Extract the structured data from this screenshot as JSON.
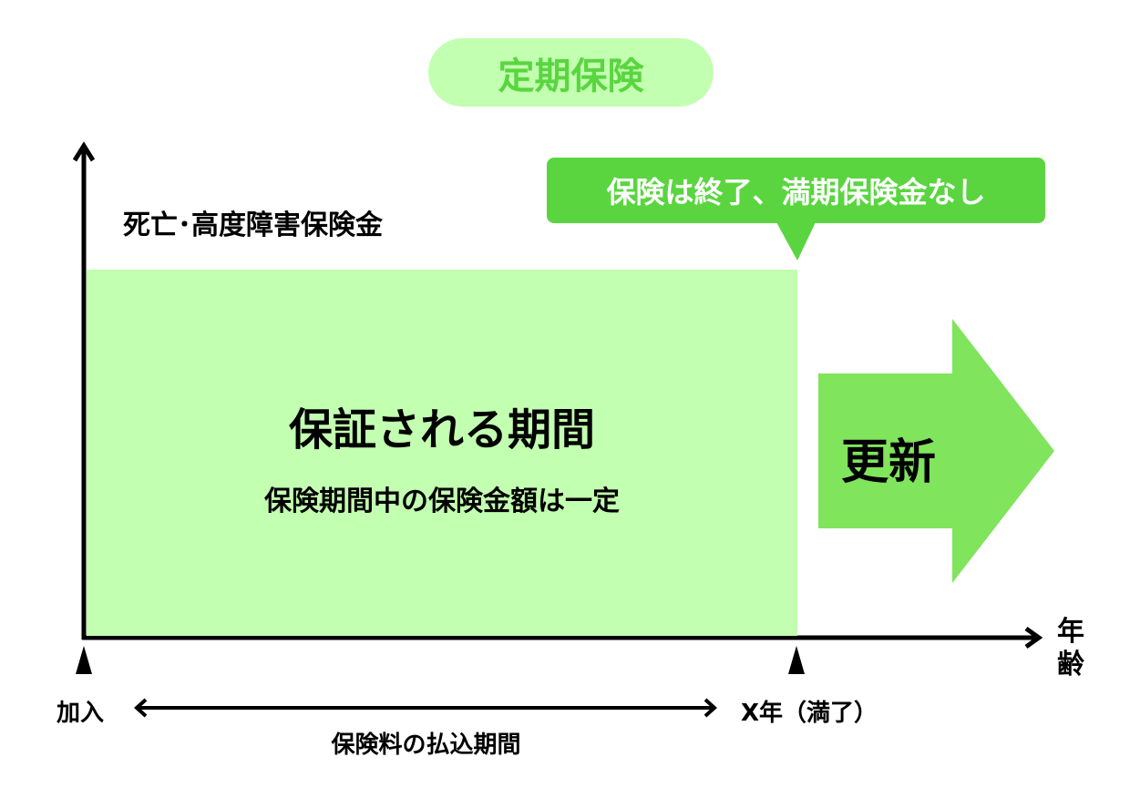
{
  "title": "定期保険",
  "y_axis_label": "死亡･高度障害保険金",
  "x_axis_label": "年齢",
  "callout": "保険は終了、満期保険金なし",
  "coverage": {
    "title": "保証される期間",
    "subtitle": "保険期間中の保険金額は一定"
  },
  "renewal": "更新",
  "start_label": "加入",
  "end_label": "X年（満了）",
  "payment_period": "保険料の払込期間",
  "colors": {
    "light_green": "#c2ffb0",
    "green": "#5ad540",
    "arrow_green": "#80e45c"
  }
}
